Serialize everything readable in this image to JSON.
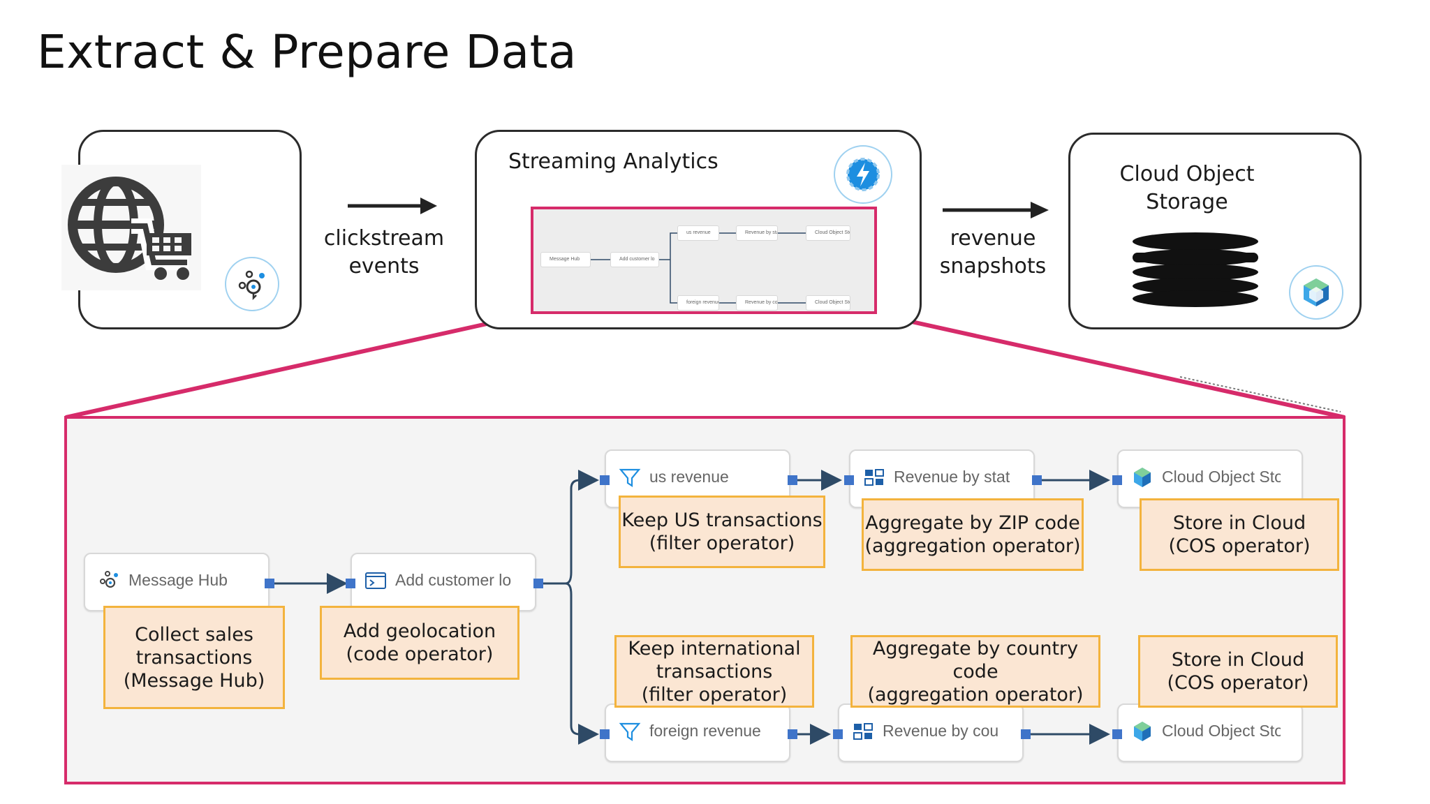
{
  "page": {
    "title": "Extract & Prepare Data"
  },
  "top": {
    "source": {
      "icon": "globe-cart-icon",
      "badge_icon": "message-hub-icon"
    },
    "arrow1_label": [
      "clickstream",
      "events"
    ],
    "streaming": {
      "title": "Streaming Analytics",
      "badge_icon": "streaming-analytics-icon"
    },
    "arrow2_label": [
      "revenue",
      "snapshots"
    ],
    "storage": {
      "title": [
        "Cloud Object",
        "Storage"
      ],
      "icon": "database-icon",
      "badge_icon": "cloud-object-storage-icon"
    }
  },
  "mini_flow": [
    "Message Hub",
    "Add customer lo",
    "us revenue",
    "Revenue by stat",
    "Cloud Object Sto",
    "foreign revenue",
    "Revenue by cou",
    "Cloud Object Sto"
  ],
  "flow": {
    "nodes": {
      "message_hub": "Message Hub",
      "add_customer": "Add customer lo",
      "us_revenue": "us revenue",
      "revenue_state": "Revenue by stat",
      "cos_top": "Cloud Object Sto",
      "foreign_revenue": "foreign revenue",
      "revenue_country": "Revenue by cou",
      "cos_bottom": "Cloud Object Sto"
    },
    "notes": {
      "collect": [
        "Collect sales",
        "transactions",
        "(Message Hub)"
      ],
      "geo": [
        "Add geolocation",
        "(code operator)"
      ],
      "keep_us": [
        "Keep US transactions",
        "(filter operator)"
      ],
      "agg_zip": [
        "Aggregate by ZIP code",
        "(aggregation operator)"
      ],
      "store_top": [
        "Store in Cloud",
        "(COS operator)"
      ],
      "keep_intl": [
        "Keep international",
        "transactions",
        "(filter operator)"
      ],
      "agg_country": [
        "Aggregate by country code",
        "(aggregation operator)"
      ],
      "store_bottom": [
        "Store in Cloud",
        "(COS operator)"
      ]
    }
  },
  "colors": {
    "highlight": "#d62b6a",
    "port": "#3f74c9",
    "note_fill": "#fbe6d3",
    "note_border": "#f3b33d",
    "connector": "#2e4a66"
  }
}
